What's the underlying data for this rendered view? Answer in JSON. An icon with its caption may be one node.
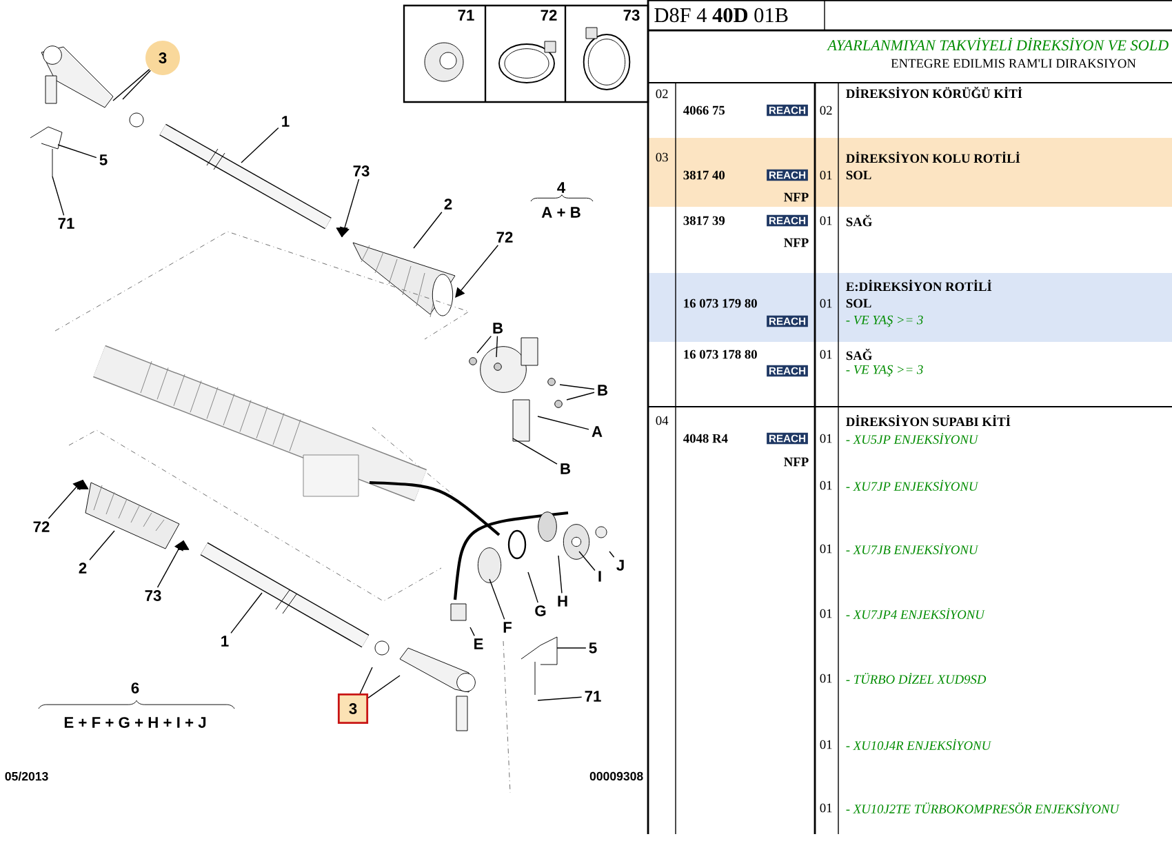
{
  "diagram": {
    "title": "D8F 4 **40D** 01B",
    "nodes": [
      {
        "text": [
          "3"
        ]
      },
      {
        "text": [
          "5"
        ]
      },
      {
        "text": [
          "71"
        ]
      },
      {
        "text": [
          "1"
        ]
      },
      {
        "text": [
          "73"
        ]
      },
      {
        "text": [
          "2"
        ]
      },
      {
        "text": [
          "72"
        ]
      },
      {
        "text": [
          "B"
        ]
      },
      {
        "text": [
          "B"
        ]
      },
      {
        "text": [
          "A"
        ]
      },
      {
        "text": [
          "B"
        ]
      },
      {
        "text": [
          "72"
        ]
      },
      {
        "text": [
          "2"
        ]
      },
      {
        "text": [
          "73"
        ]
      },
      {
        "text": [
          "1"
        ]
      },
      {
        "text": [
          "E"
        ]
      },
      {
        "text": [
          "F"
        ]
      },
      {
        "text": [
          "G"
        ]
      },
      {
        "text": [
          "H"
        ]
      },
      {
        "text": [
          "I"
        ]
      },
      {
        "text": [
          "J"
        ]
      },
      {
        "text": [
          "5"
        ]
      },
      {
        "text": [
          "71"
        ]
      },
      {
        "text": [
          "3"
        ]
      }
    ],
    "edges": [
      {
        "from": 0,
        "to": null,
        "arrow": "none"
      },
      {
        "from": 0,
        "to": null,
        "arrow": "none"
      },
      {
        "from": 1,
        "to": null,
        "arrow": "none"
      },
      {
        "from": 2,
        "to": null,
        "arrow": "none"
      },
      {
        "from": 3,
        "to": null,
        "arrow": "none"
      },
      {
        "from": 4,
        "to": null,
        "arrow": "to"
      },
      {
        "from": 5,
        "to": null,
        "arrow": "none"
      },
      {
        "from": 6,
        "to": null,
        "arrow": "to"
      },
      {
        "from": 7,
        "to": null,
        "arrow": "none"
      },
      {
        "from": 7,
        "to": null,
        "arrow": "none"
      },
      {
        "from": 8,
        "to": null,
        "arrow": "none"
      },
      {
        "from": 8,
        "to": null,
        "arrow": "none"
      },
      {
        "from": 9,
        "to": null,
        "arrow": "none"
      },
      {
        "from": 10,
        "to": null,
        "arrow": "none"
      },
      {
        "from": 11,
        "to": null,
        "arrow": "to"
      },
      {
        "from": 12,
        "to": null,
        "arrow": "none"
      },
      {
        "from": 13,
        "to": null,
        "arrow": "to"
      },
      {
        "from": 14,
        "to": null,
        "arrow": "none"
      },
      {
        "from": 15,
        "to": null,
        "arrow": "none"
      },
      {
        "from": 16,
        "to": null,
        "arrow": "none"
      },
      {
        "from": 17,
        "to": null,
        "arrow": "none"
      },
      {
        "from": 18,
        "to": null,
        "arrow": "none"
      },
      {
        "from": 19,
        "to": null,
        "arrow": "none"
      },
      {
        "from": 20,
        "to": null,
        "arrow": "none"
      },
      {
        "from": 21,
        "to": null,
        "arrow": "none"
      },
      {
        "from": 22,
        "to": null,
        "arrow": "none"
      },
      {
        "from": 23,
        "to": null,
        "arrow": "none"
      },
      {
        "from": 23,
        "to": null,
        "arrow": "none"
      }
    ],
    "labels": [
      "71",
      "72",
      "73",
      "4",
      "A + B",
      "6",
      "E + F + G + H + I + J",
      "05/2013",
      "00009308",
      "AYARLANMIYAN TAKVİYELİ DİREKSİYON VE SOLD",
      "ENTEGRE EDILMIS RAM'LI DIRAKSIYON",
      "02",
      "DİREKSİYON KÖRÜĞÜ KİTİ",
      "4066 75",
      "REACH",
      "02",
      "03",
      "DİREKSİYON KOLU ROTİLİ",
      "3817 40",
      "REACH",
      "01",
      "SOL",
      "NFP",
      "3817 39",
      "REACH",
      "01",
      "SAĞ",
      "NFP",
      "E:DİREKSİYON ROTİLİ",
      "16 073 179 80",
      "01",
      "SOL",
      "REACH",
      "- VE YAŞ >= 3",
      "16 073 178 80",
      "01",
      "SAĞ",
      "REACH",
      "- VE YAŞ >= 3",
      "04",
      "DİREKSİYON SUPABI KİTİ",
      "4048 R4",
      "REACH",
      "01",
      "- XU5JP ENJEKSİYONU",
      "NFP",
      "01",
      "- XU7JP ENJEKSİYONU",
      "01",
      "- XU7JB ENJEKSİYONU",
      "01",
      "- XU7JP4 ENJEKSİYONU",
      "01",
      "- TÜRBO DİZEL XUD9SD",
      "01",
      "- XU10J4R ENJEKSİYONU",
      "01",
      "- XU10J2TE TÜRBOKOMPRESÖR ENJEKSİYONU"
    ]
  }
}
